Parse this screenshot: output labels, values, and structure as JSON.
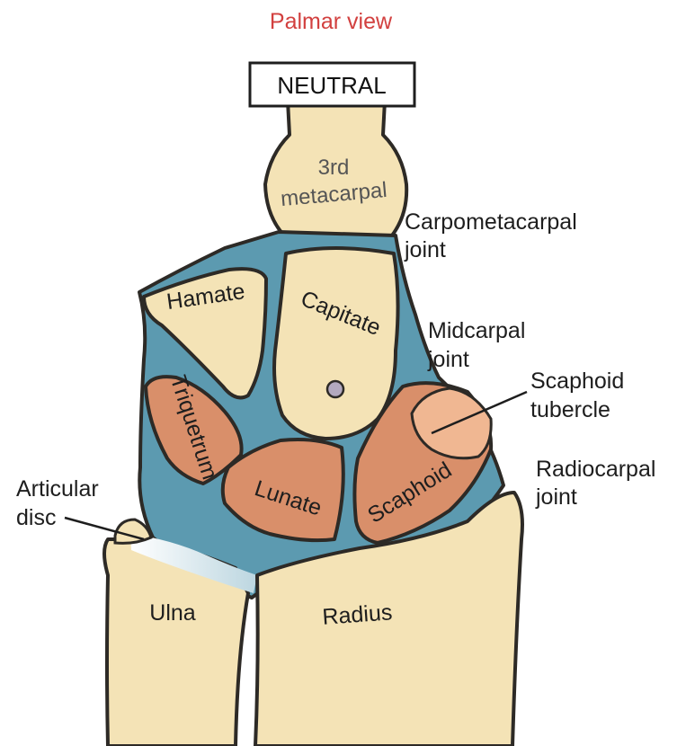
{
  "title": "Palmar view",
  "position_box": "NEUTRAL",
  "colors": {
    "title": "#d2403f",
    "bone": "#f4e3b6",
    "outline": "#2d2a26",
    "capsule": "#5c9ab0",
    "proximal_carpal": "#d98f6a",
    "tubercle": "#f0b792",
    "pin": "#b3a9bf",
    "disc": "#e9f1f4"
  },
  "bones": {
    "metacarpal_line1": "3rd",
    "metacarpal_line2": "metacarpal",
    "hamate": "Hamate",
    "capitate": "Capitate",
    "triquetrum": "Triquetrum",
    "lunate": "Lunate",
    "scaphoid": "Scaphoid",
    "ulna": "Ulna",
    "radius": "Radius"
  },
  "callouts": {
    "carpometacarpal_line1": "Carpometacarpal",
    "carpometacarpal_line2": "joint",
    "midcarpal_line1": "Midcarpal",
    "midcarpal_line2": "joint",
    "scaphoid_tubercle_line1": "Scaphoid",
    "scaphoid_tubercle_line2": "tubercle",
    "radiocarpal_line1": "Radiocarpal",
    "radiocarpal_line2": "joint",
    "articular_disc_line1": "Articular",
    "articular_disc_line2": "disc"
  }
}
